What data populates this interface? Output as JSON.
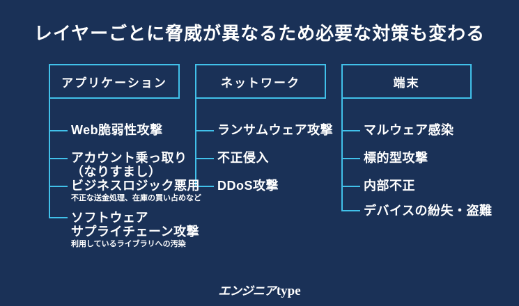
{
  "title": "レイヤーごとに脅威が異なるため必要な対策も変わる",
  "colors": {
    "background": "#1a3157",
    "accent": "#41c1ea",
    "text": "#ffffff"
  },
  "columns": [
    {
      "header": "アプリケーション",
      "items": [
        {
          "lines": [
            "Web脆弱性攻撃"
          ]
        },
        {
          "lines": [
            "アカウント乗っ取り",
            "（なりすまし）"
          ]
        },
        {
          "lines": [
            "ビジネスロジック悪用"
          ],
          "note": "不正な送金処理、在庫の買い占めなど"
        },
        {
          "lines": [
            "ソフトウェア",
            "サプライチェーン攻撃"
          ],
          "note": "利用しているライブラリへの汚染"
        }
      ]
    },
    {
      "header": "ネットワーク",
      "items": [
        {
          "lines": [
            "ランサムウェア攻撃"
          ]
        },
        {
          "lines": [
            "不正侵入"
          ]
        },
        {
          "lines": [
            "DDoS攻撃"
          ]
        }
      ]
    },
    {
      "header": "端末",
      "items": [
        {
          "lines": [
            "マルウェア感染"
          ]
        },
        {
          "lines": [
            "標的型攻撃"
          ]
        },
        {
          "lines": [
            "内部不正"
          ]
        },
        {
          "lines": [
            "デバイスの紛失・盗難"
          ]
        }
      ]
    }
  ],
  "logo": {
    "jp": "エンジニア",
    "en": "type"
  }
}
